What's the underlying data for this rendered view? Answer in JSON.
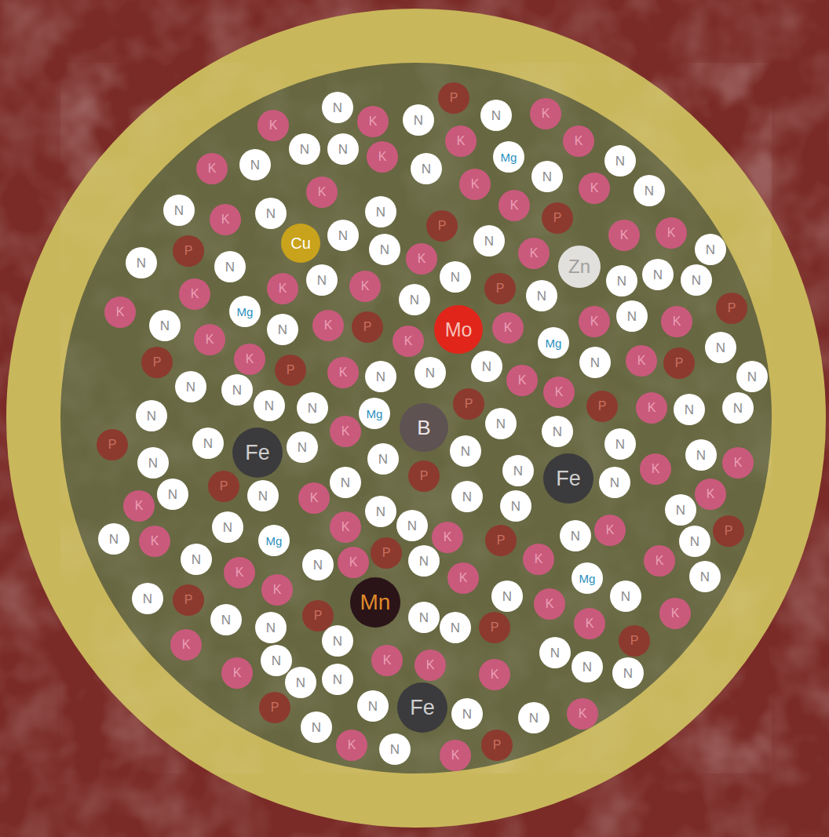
{
  "diagram": {
    "nodes": [
      {
        "text": [
          "N"
        ]
      },
      {
        "text": [
          "P"
        ]
      },
      {
        "text": [
          "N"
        ]
      },
      {
        "text": [
          "N"
        ]
      },
      {
        "text": [
          "K"
        ]
      },
      {
        "text": [
          "K"
        ]
      },
      {
        "text": [
          "K"
        ]
      },
      {
        "text": [
          "K"
        ]
      },
      {
        "text": [
          "K"
        ]
      },
      {
        "text": [
          "N"
        ]
      },
      {
        "text": [
          "N"
        ]
      },
      {
        "text": [
          "K"
        ]
      },
      {
        "text": [
          "Mg"
        ]
      },
      {
        "text": [
          "N"
        ]
      },
      {
        "text": [
          "N"
        ]
      },
      {
        "text": [
          "N"
        ]
      },
      {
        "text": [
          "N"
        ]
      },
      {
        "text": [
          "K"
        ]
      },
      {
        "text": [
          "K"
        ]
      },
      {
        "text": [
          "K"
        ]
      },
      {
        "text": [
          "K"
        ]
      },
      {
        "text": [
          "N"
        ]
      },
      {
        "text": [
          "N"
        ]
      },
      {
        "text": [
          "N"
        ]
      },
      {
        "text": [
          "N"
        ]
      },
      {
        "text": [
          "K"
        ]
      },
      {
        "text": [
          "P"
        ]
      },
      {
        "text": [
          "K"
        ]
      },
      {
        "text": [
          "Cu"
        ]
      },
      {
        "text": [
          "N"
        ]
      },
      {
        "text": [
          "N"
        ]
      },
      {
        "text": [
          "P"
        ]
      },
      {
        "text": [
          "N"
        ]
      },
      {
        "text": [
          "K"
        ]
      },
      {
        "text": [
          "Zn"
        ]
      },
      {
        "text": [
          "K"
        ]
      },
      {
        "text": [
          "K"
        ]
      },
      {
        "text": [
          "N"
        ]
      },
      {
        "text": [
          "N"
        ]
      },
      {
        "text": [
          "P"
        ]
      },
      {
        "text": [
          "N"
        ]
      },
      {
        "text": [
          "K"
        ]
      },
      {
        "text": [
          "N"
        ]
      },
      {
        "text": [
          "N"
        ]
      },
      {
        "text": [
          "K"
        ]
      },
      {
        "text": [
          "K"
        ]
      },
      {
        "text": [
          "Mg"
        ]
      },
      {
        "text": [
          "P"
        ]
      },
      {
        "text": [
          "N"
        ]
      },
      {
        "text": [
          "N"
        ]
      },
      {
        "text": [
          "N"
        ]
      },
      {
        "text": [
          "N"
        ]
      },
      {
        "text": [
          "K"
        ]
      },
      {
        "text": [
          "K"
        ]
      },
      {
        "text": [
          "N"
        ]
      },
      {
        "text": [
          "N"
        ]
      },
      {
        "text": [
          "N"
        ]
      },
      {
        "text": [
          "K"
        ]
      },
      {
        "text": [
          "P"
        ]
      },
      {
        "text": [
          "Mo"
        ]
      },
      {
        "text": [
          "K"
        ]
      },
      {
        "text": [
          "Mg"
        ]
      },
      {
        "text": [
          "K"
        ]
      },
      {
        "text": [
          "N"
        ]
      },
      {
        "text": [
          "K"
        ]
      },
      {
        "text": [
          "P"
        ]
      },
      {
        "text": [
          "K"
        ]
      },
      {
        "text": [
          "K"
        ]
      },
      {
        "text": [
          "P"
        ]
      },
      {
        "text": [
          "K"
        ]
      },
      {
        "text": [
          "P"
        ]
      },
      {
        "text": [
          "K"
        ]
      },
      {
        "text": [
          "N"
        ]
      },
      {
        "text": [
          "N"
        ]
      },
      {
        "text": [
          "N"
        ]
      },
      {
        "text": [
          "K"
        ]
      },
      {
        "text": [
          "P"
        ]
      },
      {
        "text": [
          "N"
        ]
      },
      {
        "text": [
          "K"
        ]
      },
      {
        "text": [
          "N"
        ]
      },
      {
        "text": [
          "N"
        ]
      },
      {
        "text": [
          "N"
        ]
      },
      {
        "text": [
          "N"
        ]
      },
      {
        "text": [
          "K"
        ]
      },
      {
        "text": [
          "N"
        ]
      },
      {
        "text": [
          "N"
        ]
      },
      {
        "text": [
          "N"
        ]
      },
      {
        "text": [
          "Mg"
        ]
      },
      {
        "text": [
          "B"
        ]
      },
      {
        "text": [
          "P"
        ]
      },
      {
        "text": [
          "N"
        ]
      },
      {
        "text": [
          "P"
        ]
      },
      {
        "text": [
          "K"
        ]
      },
      {
        "text": [
          "N"
        ]
      },
      {
        "text": [
          "N"
        ]
      },
      {
        "text": [
          "K"
        ]
      },
      {
        "text": [
          "N"
        ]
      },
      {
        "text": [
          "Fe"
        ]
      },
      {
        "text": [
          "N"
        ]
      },
      {
        "text": [
          "N"
        ]
      },
      {
        "text": [
          "N"
        ]
      },
      {
        "text": [
          "N"
        ]
      },
      {
        "text": [
          "P"
        ]
      },
      {
        "text": [
          "N"
        ]
      },
      {
        "text": [
          "K"
        ]
      },
      {
        "text": [
          "N"
        ]
      },
      {
        "text": [
          "N"
        ]
      },
      {
        "text": [
          "P"
        ]
      },
      {
        "text": [
          "N"
        ]
      },
      {
        "text": [
          "Fe"
        ]
      },
      {
        "text": [
          "N"
        ]
      },
      {
        "text": [
          "K"
        ]
      },
      {
        "text": [
          "N"
        ]
      },
      {
        "text": [
          "P"
        ]
      },
      {
        "text": [
          "N"
        ]
      },
      {
        "text": [
          "N"
        ]
      },
      {
        "text": [
          "K"
        ]
      },
      {
        "text": [
          "N"
        ]
      },
      {
        "text": [
          "N"
        ]
      },
      {
        "text": [
          "K"
        ]
      },
      {
        "text": [
          "N"
        ]
      },
      {
        "text": [
          "K"
        ]
      },
      {
        "text": [
          "N"
        ]
      },
      {
        "text": [
          "N"
        ]
      },
      {
        "text": [
          "K"
        ]
      },
      {
        "text": [
          "N"
        ]
      },
      {
        "text": [
          "N"
        ]
      },
      {
        "text": [
          "K"
        ]
      },
      {
        "text": [
          "Mg"
        ]
      },
      {
        "text": [
          "P"
        ]
      },
      {
        "text": [
          "N"
        ]
      },
      {
        "text": [
          "N"
        ]
      },
      {
        "text": [
          "K"
        ]
      },
      {
        "text": [
          "P"
        ]
      },
      {
        "text": [
          "K"
        ]
      },
      {
        "text": [
          "K"
        ]
      },
      {
        "text": [
          "P"
        ]
      },
      {
        "text": [
          "N"
        ]
      },
      {
        "text": [
          "N"
        ]
      },
      {
        "text": [
          "N"
        ]
      },
      {
        "text": [
          "K"
        ]
      },
      {
        "text": [
          "K"
        ]
      },
      {
        "text": [
          "K"
        ]
      },
      {
        "text": [
          "K"
        ]
      },
      {
        "text": [
          "Mg"
        ]
      },
      {
        "text": [
          "N"
        ]
      },
      {
        "text": [
          "N"
        ]
      },
      {
        "text": [
          "K"
        ]
      },
      {
        "text": [
          "N"
        ]
      },
      {
        "text": [
          "P"
        ]
      },
      {
        "text": [
          "Mn"
        ]
      },
      {
        "text": [
          "N"
        ]
      },
      {
        "text": [
          "N"
        ]
      },
      {
        "text": [
          "K"
        ]
      },
      {
        "text": [
          "K"
        ]
      },
      {
        "text": [
          "P"
        ]
      },
      {
        "text": [
          "N"
        ]
      },
      {
        "text": [
          "P"
        ]
      },
      {
        "text": [
          "N"
        ]
      },
      {
        "text": [
          "N"
        ]
      },
      {
        "text": [
          "N"
        ]
      },
      {
        "text": [
          "K"
        ]
      },
      {
        "text": [
          "K"
        ]
      },
      {
        "text": [
          "P"
        ]
      },
      {
        "text": [
          "N"
        ]
      },
      {
        "text": [
          "N"
        ]
      },
      {
        "text": [
          "K"
        ]
      },
      {
        "text": [
          "K"
        ]
      },
      {
        "text": [
          "K"
        ]
      },
      {
        "text": [
          "N"
        ]
      },
      {
        "text": [
          "N"
        ]
      },
      {
        "text": [
          "K"
        ]
      },
      {
        "text": [
          "N"
        ]
      },
      {
        "text": [
          "N"
        ]
      },
      {
        "text": [
          "P"
        ]
      },
      {
        "text": [
          "N"
        ]
      },
      {
        "text": [
          "Fe"
        ]
      },
      {
        "text": [
          "N"
        ]
      },
      {
        "text": [
          "N"
        ]
      },
      {
        "text": [
          "K"
        ]
      },
      {
        "text": [
          "N"
        ]
      },
      {
        "text": [
          "K"
        ]
      },
      {
        "text": [
          "N"
        ]
      },
      {
        "text": [
          "K"
        ]
      },
      {
        "text": [
          "P"
        ]
      }
    ]
  }
}
